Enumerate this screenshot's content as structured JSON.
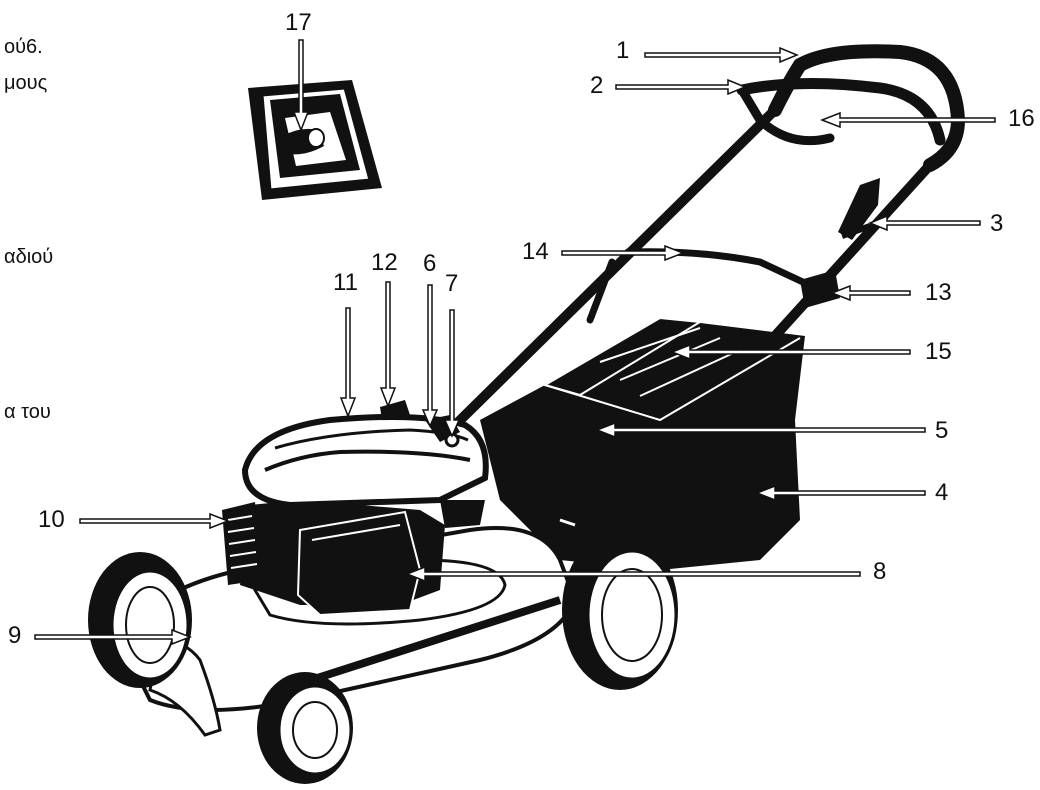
{
  "text_fragments": [
    {
      "id": "f1",
      "text": "ού6."
    },
    {
      "id": "f2",
      "text": "μους"
    },
    {
      "id": "f3",
      "text": "αδιού"
    },
    {
      "id": "f4",
      "text": "α του"
    }
  ],
  "callouts": [
    "1",
    "2",
    "3",
    "4",
    "5",
    "6",
    "7",
    "8",
    "9",
    "10",
    "11",
    "12",
    "13",
    "14",
    "15",
    "16",
    "17"
  ],
  "colors": {
    "ink": "#111111",
    "arrow_fill": "#ffffff",
    "paper": "#ffffff"
  }
}
